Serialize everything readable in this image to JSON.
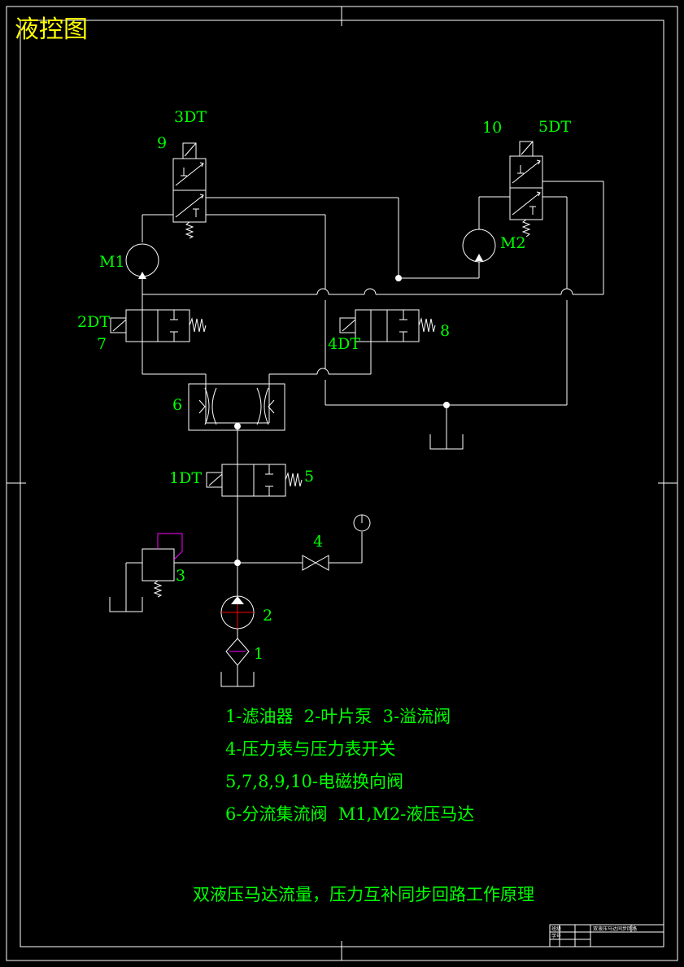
{
  "title": "液控图",
  "labels": {
    "dt3": "3DT",
    "n9": "9",
    "dt5": "5DT",
    "n10": "10",
    "m1": "M1",
    "m2": "M2",
    "dt2": "2DT",
    "n7": "7",
    "dt4": "4DT",
    "n8": "8",
    "n6": "6",
    "dt1": "1DT",
    "n5": "5",
    "n4": "4",
    "n3": "3",
    "n2": "2",
    "n1": "1"
  },
  "legend": [
    "1-滤油器  2-叶片泵  3-溢流阀",
    "4-压力表与压力表开关",
    "5,7,8,9,10-电磁换向阀",
    "6-分流集流阀  M1,M2-液压马达"
  ],
  "caption": "双液压马达流量，压力互补同步回路工作原理",
  "title_block": {
    "row1": "班级",
    "row2": "学号",
    "name": "双液压马达同步回路"
  },
  "colors": {
    "background": "#000000",
    "line": "#ffffff",
    "label": "#00ff00",
    "title": "#ffff00",
    "pump_arrow": "#ff0000",
    "filter": "#ff00ff"
  }
}
